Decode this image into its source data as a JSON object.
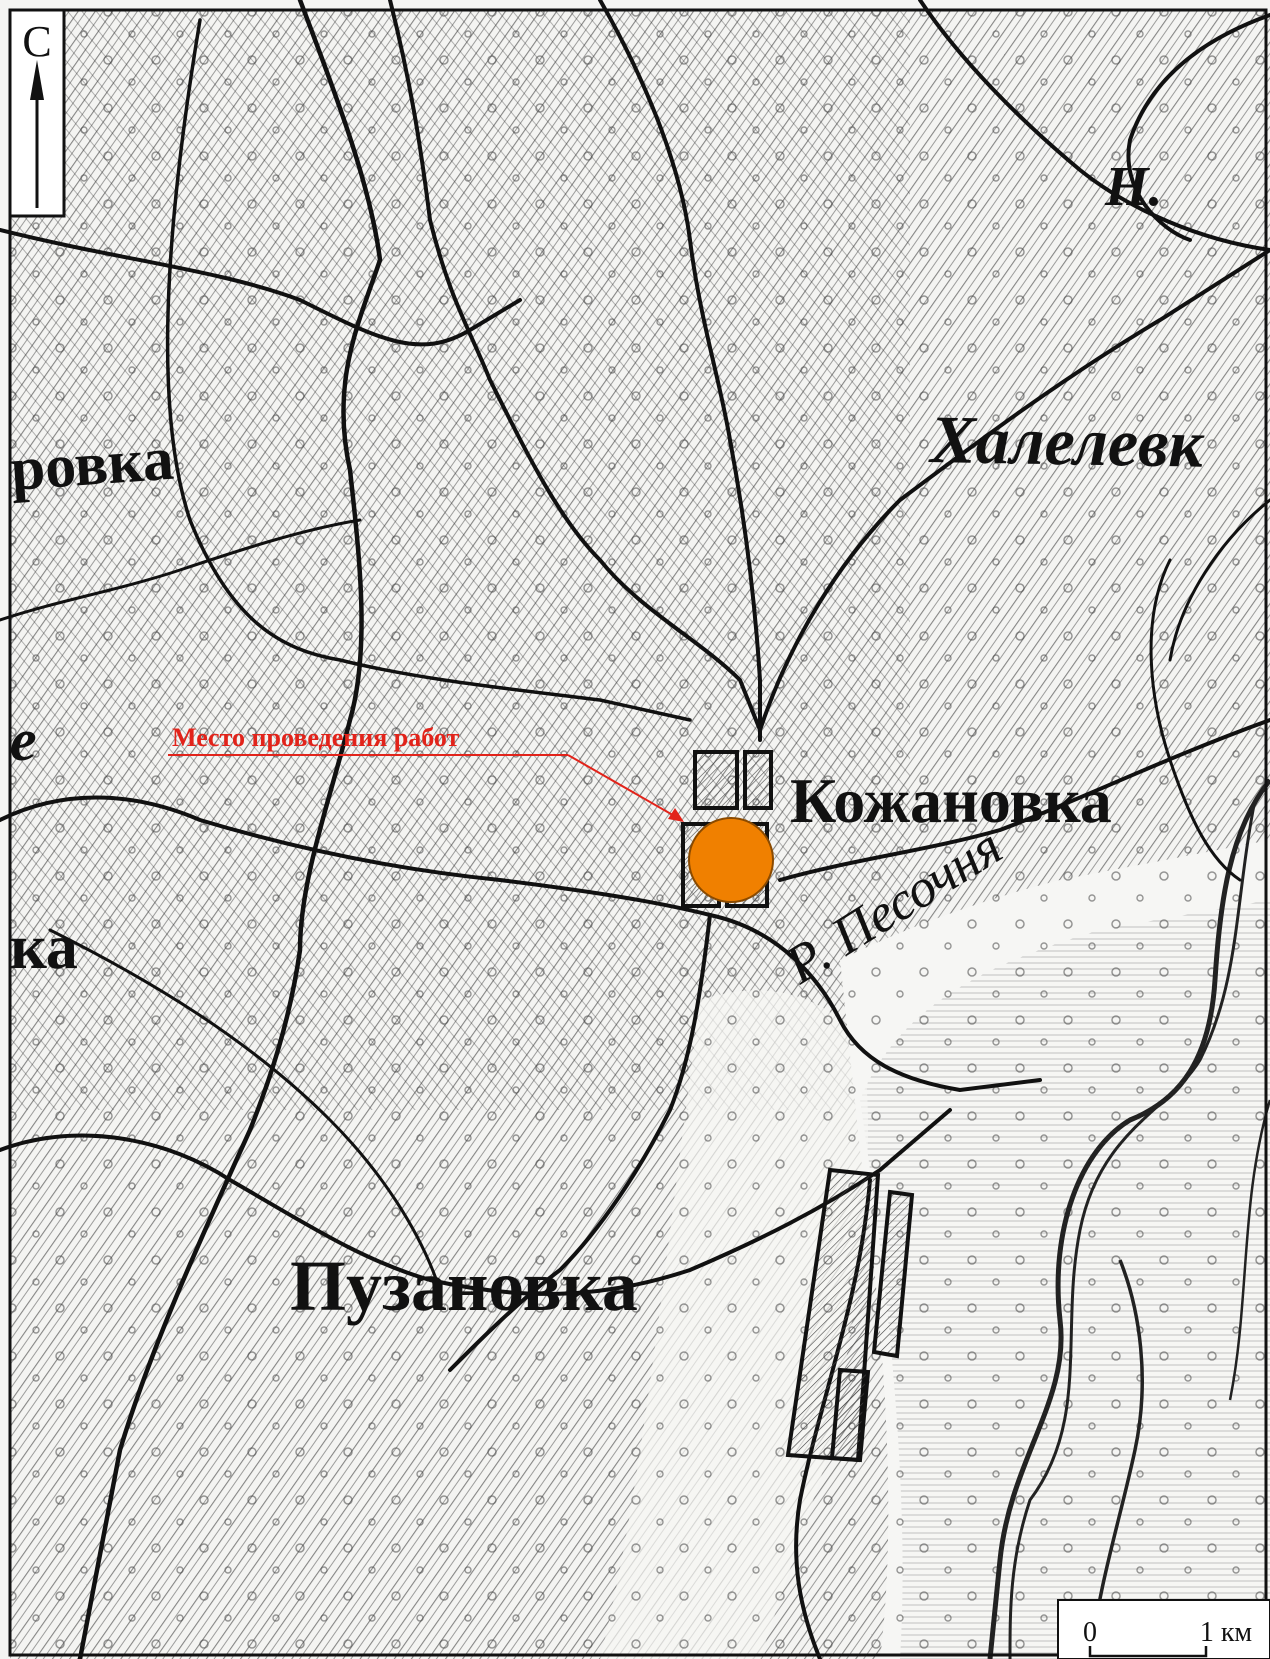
{
  "map": {
    "place_labels": {
      "khalelevka": "Халелевк",
      "kozhanovka": "Кожановка",
      "puzanovka": "Пузановка",
      "rovka_left": "ровка",
      "ka_left": "ка",
      "e_left": "е",
      "n_abbrev": "Н."
    },
    "river_label": "Р. Песочня"
  },
  "callout": {
    "label": "Место проведения работ",
    "color": "#e2231a",
    "marker_color": "#f08000"
  },
  "north_arrow": {
    "letter": "С"
  },
  "scale_bar": {
    "zero_label": "0",
    "end_label": "1 км"
  }
}
